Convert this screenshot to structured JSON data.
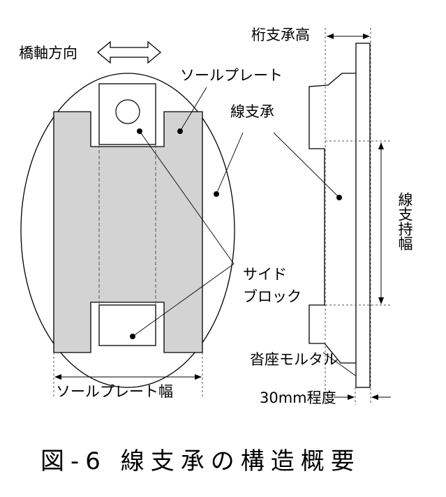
{
  "labels": {
    "bridge_axis": "橋軸方向",
    "sole_plate": "ソールプレート",
    "line_bearing": "線支承",
    "side_block_1": "サイド",
    "side_block_2": "ブロック",
    "girder_bearing_height": "桁支承高",
    "line_support_width": "線支持幅",
    "bed_mortar": "沓座モルタル",
    "mortar_thickness": "30mm程度",
    "sole_plate_width": "ソールプレート幅"
  },
  "caption": "図-6  線支承の構造概要",
  "colors": {
    "plate_fill": "#d3d3d3",
    "line": "#000000"
  }
}
